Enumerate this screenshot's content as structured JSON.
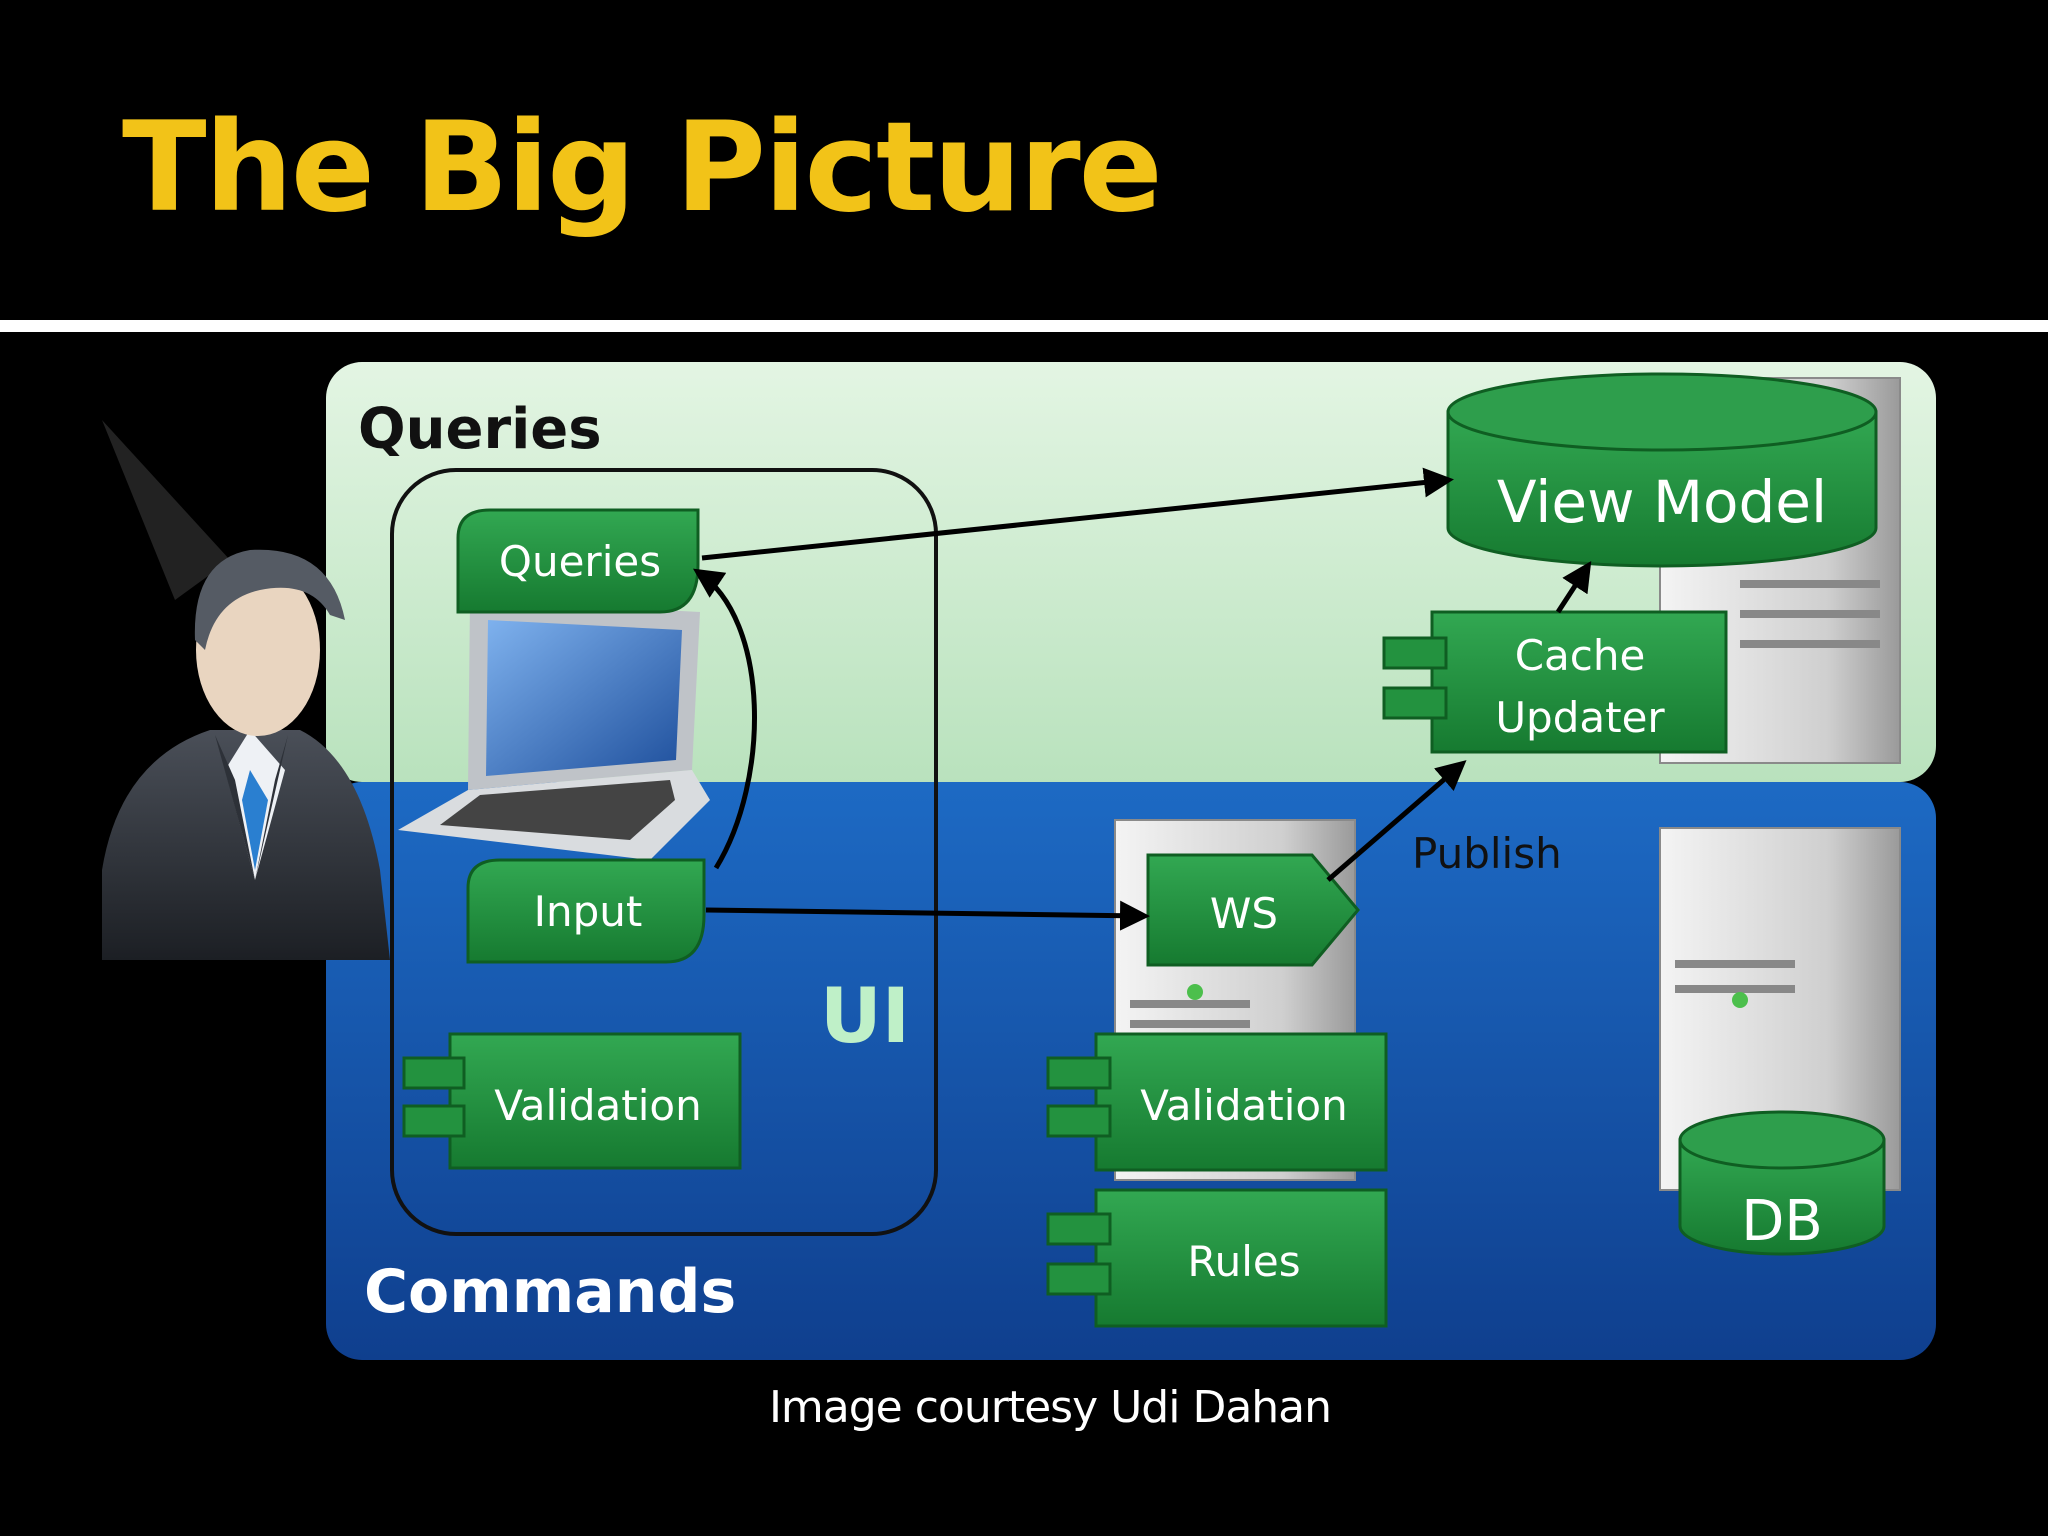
{
  "slide": {
    "title": "The Big Picture",
    "caption": "Image courtesy Udi Dahan"
  },
  "diagram": {
    "regions": {
      "queries": "Queries",
      "commands": "Commands",
      "ui": "UI"
    },
    "components": {
      "queries_view": "Queries",
      "input_view": "Input",
      "ui_validation": "Validation",
      "ws": "WS",
      "server_validation": "Validation",
      "rules": "Rules",
      "cache_updater_line1": "Cache",
      "cache_updater_line2": "Updater",
      "view_model": "View Model",
      "db": "DB"
    },
    "edges": {
      "publish": "Publish"
    }
  },
  "colors": {
    "title": "#f2c318",
    "queries_band": "#d4eed4",
    "commands_band": "#1a5fb5",
    "component_green": "#1e8c3a",
    "component_border": "#0f5e22"
  },
  "icons": [
    "person-icon",
    "laptop-icon",
    "server-icon"
  ]
}
